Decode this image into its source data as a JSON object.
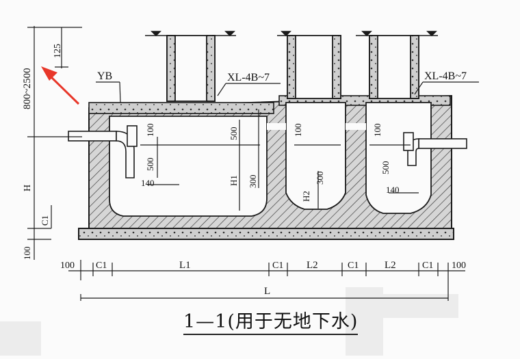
{
  "drawing": {
    "caption": "1—1(用于无地下水)",
    "labels": {
      "depth_range": "800~2500",
      "top_dim": "125",
      "h": "H",
      "c1": "C1",
      "bottom_100": "100",
      "yb": "YB",
      "xl_left": "XL-4B~7",
      "xl_right": "XL-4B~7",
      "dim_100": "100",
      "dim_500": "500",
      "dim_140": "140",
      "dim_300": "300",
      "h1": "H1",
      "h2": "H2",
      "l1": "L1",
      "l2": "L2",
      "l": "L"
    }
  },
  "colors": {
    "ink": "#1a1a1a",
    "arrow": "#e8372a",
    "concrete": "#d9d9d9",
    "paper": "#fbfbfb"
  }
}
